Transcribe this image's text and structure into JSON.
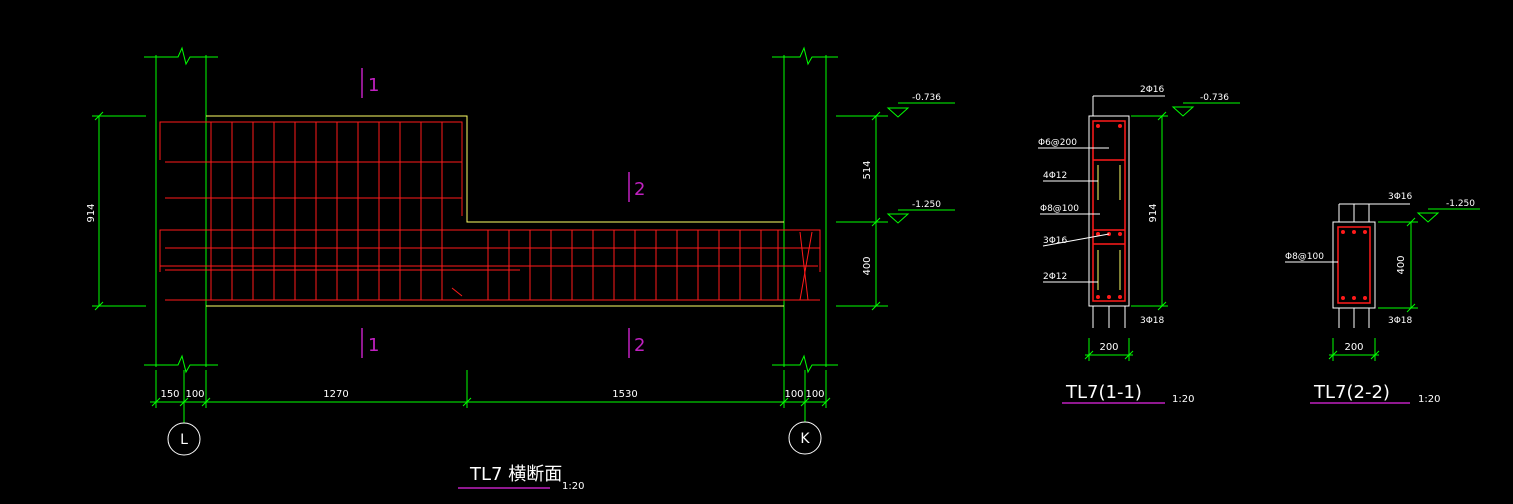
{
  "elevation": {
    "section_marks": [
      "1",
      "1",
      "2",
      "2"
    ],
    "dims_vertical": [
      "914",
      "514",
      "400"
    ],
    "dims_horizontal": [
      "150",
      "100",
      "1270",
      "1530",
      "100",
      "100"
    ],
    "levels": [
      "-0.736",
      "-1.250"
    ],
    "axis_labels": [
      "L",
      "K"
    ],
    "title": "TL7 横断面",
    "scale": "1:20"
  },
  "section_1": {
    "labels": [
      "2Φ16",
      "Φ6@200",
      "4Φ12",
      "Φ8@100",
      "3Φ16",
      "2Φ12",
      "3Φ18"
    ],
    "level": "-0.736",
    "dim_height": "914",
    "dim_width": "200",
    "title": "TL7(1-1)",
    "scale": "1:20"
  },
  "section_2": {
    "labels": [
      "3Φ16",
      "Φ8@100",
      "3Φ18"
    ],
    "level": "-1.250",
    "dim_height": "400",
    "dim_width": "200",
    "title": "TL7(2-2)",
    "scale": "1:20"
  },
  "colors": {
    "background": "#000000",
    "outline": "#00ff00",
    "rebar": "#ff1a1a",
    "concrete_edge": "#ffff66",
    "section_mark": "#c020c0",
    "text": "#ffffff"
  }
}
